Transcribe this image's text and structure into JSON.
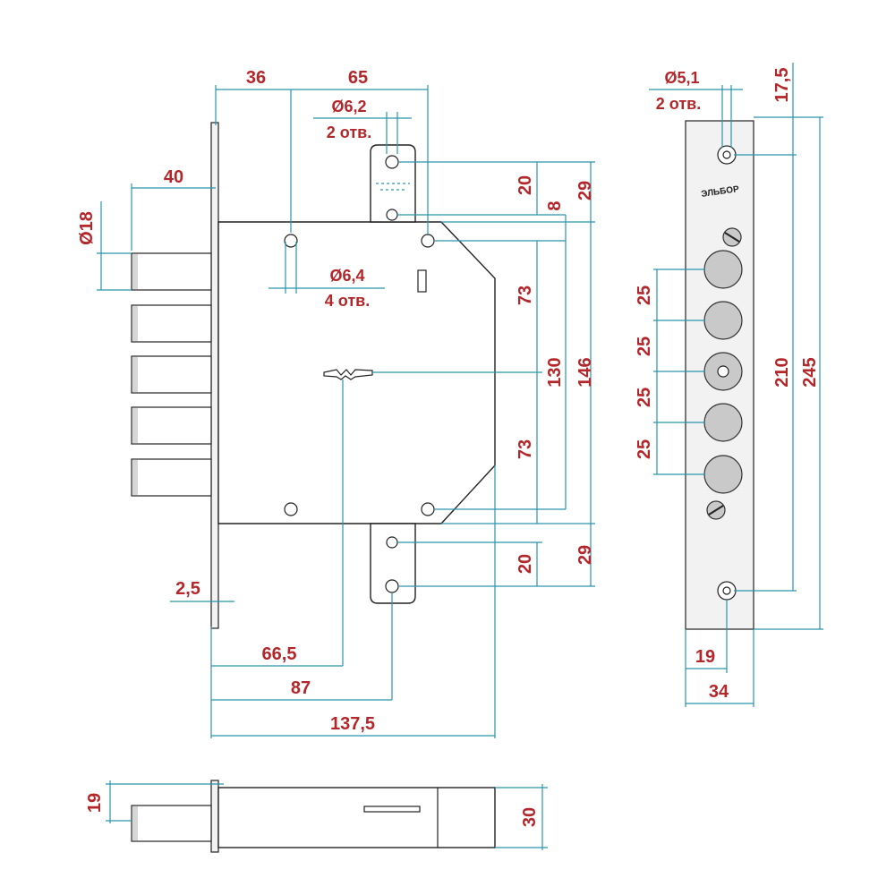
{
  "front_view": {
    "dim_36": "36",
    "dim_65": "65",
    "dim_40": "40",
    "dim_d18": "Ø18",
    "dim_d62": "Ø6,2",
    "dim_d62_holes": "2 отв.",
    "dim_d64": "Ø6,4",
    "dim_d64_holes": "4 отв.",
    "dim_20_top": "20",
    "dim_8": "8",
    "dim_29_top": "29",
    "dim_73_top": "73",
    "dim_130": "130",
    "dim_146": "146",
    "dim_73_bottom": "73",
    "dim_20_bottom": "20",
    "dim_29_bottom": "29",
    "dim_25": "2,5",
    "dim_665": "66,5",
    "dim_87": "87",
    "dim_1375": "137,5"
  },
  "side_plate": {
    "dim_d51": "Ø5,1",
    "dim_d51_holes": "2 отв.",
    "dim_175": "17,5",
    "logo_text": "ЭЛЬБОР",
    "spacing_1": "25",
    "spacing_2": "25",
    "spacing_3": "25",
    "spacing_4": "25",
    "dim_210": "210",
    "dim_245": "245",
    "dim_19": "19",
    "dim_34": "34"
  },
  "bottom_view": {
    "dim_19": "19",
    "dim_30": "30"
  },
  "colors": {
    "dimension_text": "#b3262a",
    "extension_lines": "#2a94ad",
    "outline": "#222222"
  }
}
